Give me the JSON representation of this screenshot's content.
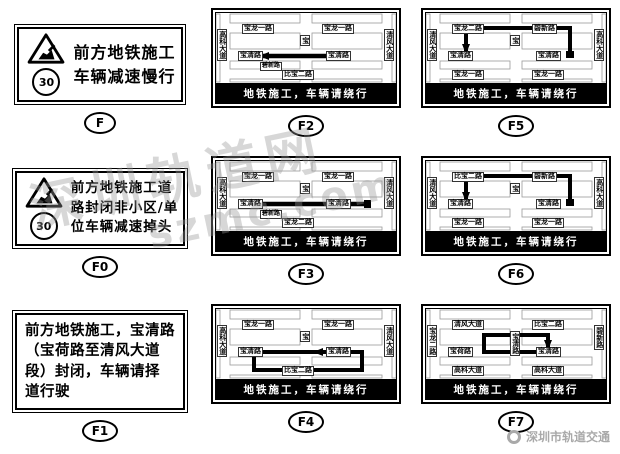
{
  "banner_text": "地铁施工，车辆请绕行",
  "watermark": {
    "line1": "深圳轨道网",
    "line2": "szmc.com"
  },
  "footer": {
    "brand": "深圳市轨道交通"
  },
  "signs": {
    "f": {
      "badge": "F",
      "speed": "30",
      "lines": [
        "前方地铁施工",
        "车辆减速慢行"
      ]
    },
    "f0": {
      "badge": "F0",
      "speed": "30",
      "lines": [
        "前方地铁施工道",
        "路封闭非小区/单",
        "位车辆减速掉头"
      ]
    },
    "f1": {
      "badge": "F1",
      "lines": [
        "前方地铁施工，宝清路",
        "（宝荷路至清风大道",
        "段）封闭，车辆请择",
        "道行驶"
      ]
    }
  },
  "maps": {
    "f2": {
      "badge": "F2",
      "top_left": "宝龙一路",
      "top_right": "宝龙一路",
      "left_v": "高科大道",
      "right_v": "清风大道",
      "mid_left": "宝清路",
      "mid_center": "宝",
      "mid_right": "宝清路",
      "sub": "碧新路",
      "bottom_left": "",
      "bottom_center": "比宝二路",
      "bottom_right": ""
    },
    "f3": {
      "badge": "F3",
      "top_left": "宝龙一路",
      "top_right": "宝龙一路",
      "left_v": "高科大道",
      "right_v": "清风大道",
      "mid_left": "宝清路",
      "mid_center": "宝",
      "mid_right": "宝清路",
      "sub": "碧新路",
      "bottom_left": "",
      "bottom_center": "宝龙二路",
      "bottom_right": ""
    },
    "f4": {
      "badge": "F4",
      "top_left": "宝龙一路",
      "top_right": "宝龙一路",
      "left_v": "高科大道",
      "right_v": "清风大道",
      "mid_left": "宝清路",
      "mid_center": "宝",
      "mid_right": "宝清路",
      "sub": "",
      "bottom_left": "",
      "bottom_center": "比宝二路",
      "bottom_right": ""
    },
    "f5": {
      "badge": "F5",
      "top_left": "宝龙二路",
      "top_right": "碧新路",
      "left_v": "清风大道",
      "right_v": "高科大道",
      "mid_left": "宝清路",
      "mid_center": "宝",
      "mid_right": "宝清路",
      "sub": "",
      "bottom_left": "宝龙一路",
      "bottom_center": "",
      "bottom_right": "宝龙一路"
    },
    "f6": {
      "badge": "F6",
      "top_left": "比宝二路",
      "top_right": "碧新路",
      "left_v": "清风大道",
      "right_v": "高科大道",
      "mid_left": "宝清路",
      "mid_center": "宝",
      "mid_right": "宝清路",
      "sub": "",
      "bottom_left": "宝龙一路",
      "bottom_center": "",
      "bottom_right": "宝龙一路"
    },
    "f7": {
      "badge": "F7",
      "top_left": "清风大道",
      "top_right": "比宝二路",
      "left_v": "宝龙二路",
      "right_v": "碧新路",
      "mid_left": "宝荷路",
      "mid_center": "宝清路",
      "mid_right": "宝清路",
      "sub": "",
      "bottom_left": "高科大道",
      "bottom_center": "",
      "bottom_right": "高科大道"
    }
  }
}
